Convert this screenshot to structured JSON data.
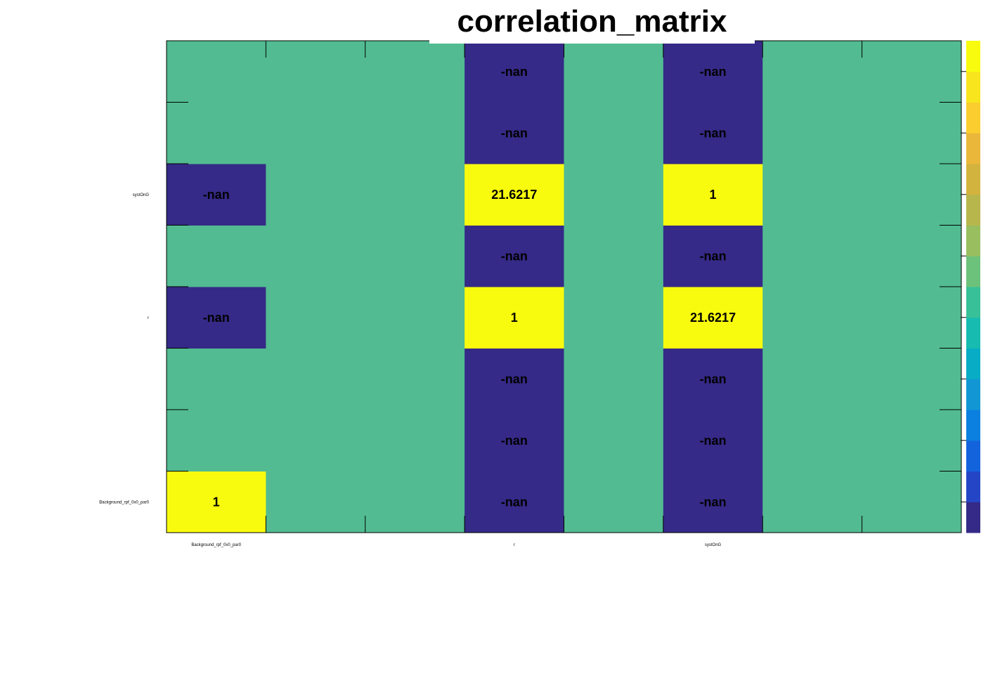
{
  "chart_data": {
    "type": "heatmap",
    "title": "correlation_matrix",
    "x_labels": [
      "Background_rpf_0x0_par0",
      "",
      "",
      "r",
      "",
      "systOnG",
      "",
      ""
    ],
    "y_labels": [
      "Background_rpf_0x0_par0",
      "",
      "",
      "r",
      "",
      "systOnG",
      "",
      ""
    ],
    "cells": [
      [
        "1",
        "",
        "",
        "-nan",
        "",
        "-nan",
        "",
        ""
      ],
      [
        "",
        "",
        "",
        "-nan",
        "",
        "-nan",
        "",
        ""
      ],
      [
        "",
        "",
        "",
        "-nan",
        "",
        "-nan",
        "",
        ""
      ],
      [
        "-nan",
        "",
        "",
        "1",
        "",
        "21.6217",
        "",
        ""
      ],
      [
        "",
        "",
        "",
        "-nan",
        "",
        "-nan",
        "",
        ""
      ],
      [
        "-nan",
        "",
        "",
        "21.6217",
        "",
        "1",
        "",
        ""
      ],
      [
        "",
        "",
        "",
        "-nan",
        "",
        "-nan",
        "",
        ""
      ],
      [
        "",
        "",
        "",
        "-nan",
        "",
        "-nan",
        "",
        ""
      ]
    ],
    "colors": {
      "low": "#352a87",
      "mid": "#52bb91",
      "high": "#f9fb0e"
    },
    "palette": [
      "#352a87",
      "#2446c6",
      "#1363dd",
      "#0c80e0",
      "#1297d4",
      "#08acc4",
      "#17bbb0",
      "#38c098",
      "#6cc27a",
      "#98be5f",
      "#b7b64c",
      "#d2b33d",
      "#eab73a",
      "#fccd2e",
      "#f8e51e",
      "#f9fb0e"
    ]
  }
}
